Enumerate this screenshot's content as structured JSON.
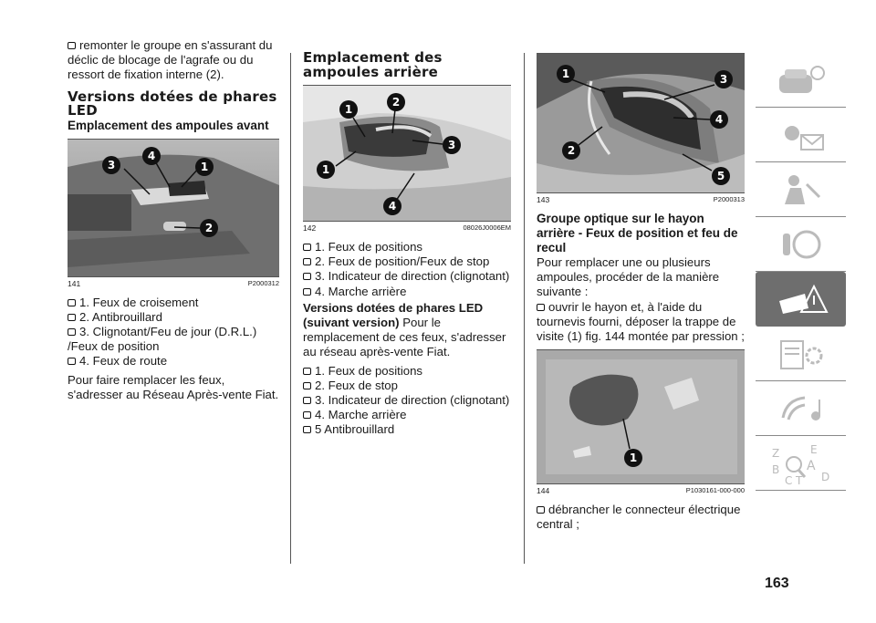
{
  "col1": {
    "intro": "remonter le groupe en s'assurant du déclic de blocage de l'agrafe ou du ressort de fixation interne (2).",
    "h_versions": "Versions dotées de phares LED",
    "h_sub": "Emplacement des ampoules avant",
    "fig": {
      "num": "141",
      "code": "P2000312",
      "callouts": [
        "3",
        "4",
        "1",
        "2"
      ]
    },
    "items": [
      "1. Feux de croisement",
      "2. Antibrouillard",
      "3. Clignotant/Feu de jour (D.R.L.)",
      "/Feux de position",
      "4. Feux de route"
    ],
    "outro": "Pour faire remplacer les feux, s'adresser au Réseau Après-vente Fiat."
  },
  "col2": {
    "heading": "Emplacement des ampoules arrière",
    "fig": {
      "num": "142",
      "code": "08026J0006EM",
      "callouts": [
        "1",
        "2",
        "3",
        "1",
        "4"
      ]
    },
    "items1": [
      "1. Feux de positions",
      "2. Feux de position/Feux de stop",
      "3. Indicateur de direction (clignotant)",
      "4. Marche arrière"
    ],
    "h_led": "Versions dotées de phares LED (suivant version)",
    "led_text": " Pour le remplacement de ces feux, s'adresser au réseau après-vente Fiat.",
    "items2": [
      "1. Feux de positions",
      "2. Feux de stop",
      "3. Indicateur de direction (clignotant)",
      "4. Marche arrière",
      "5 Antibrouillard"
    ]
  },
  "col3": {
    "fig1": {
      "num": "143",
      "code": "P2000313",
      "callouts": [
        "1",
        "3",
        "4",
        "2",
        "5"
      ]
    },
    "heading": "Groupe optique sur le hayon arrière - Feux de position et feu de recul",
    "text": "Pour remplacer une ou plusieurs ampoules, procéder de la manière suivante :",
    "step1": "ouvrir le hayon et, à l'aide du tournevis fourni, déposer la trappe de visite (1) fig. 144 montée par pression ;",
    "fig2": {
      "num": "144",
      "code": "P1030161-000-000",
      "callouts": [
        "1"
      ]
    },
    "step2": "débrancher le connecteur électrique central ;"
  },
  "sidebar": {
    "tabs": [
      "car-dashboard-icon",
      "warning-lights-icon",
      "safety-airbag-icon",
      "driving-icon",
      "emergency-icon",
      "maintenance-icon",
      "multimedia-icon",
      "index-icon"
    ],
    "active_tab": 4,
    "index_letters": [
      "Z",
      "E",
      "B",
      "A",
      "C",
      "T",
      "D"
    ]
  },
  "page_number": "163"
}
